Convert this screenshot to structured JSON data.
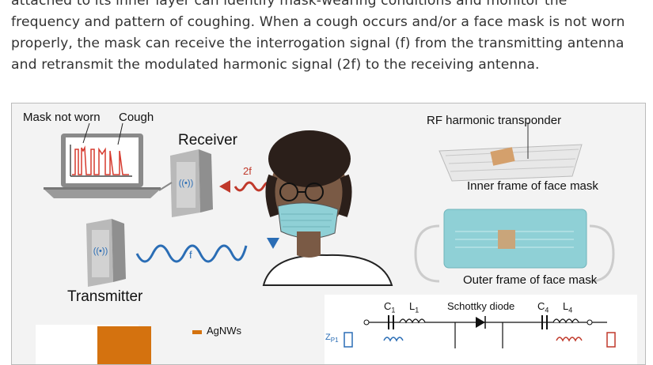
{
  "paragraph": {
    "lines": [
      "attached to its inner layer can identify mask-wearing conditions and monitor the",
      "frequency and pattern of coughing. When a cough occurs and/or a face mask is not worn",
      "properly, the mask can receive the interrogation signal (f) from the transmitting antenna",
      "and retransmit the modulated harmonic signal (2f) to the receiving antenna."
    ]
  },
  "figure": {
    "mask_not_worn_label": "Mask not worn",
    "cough_label": "Cough",
    "receiver_label": "Receiver",
    "transmitter_label": "Transmitter",
    "freq_f": "f",
    "freq_2f": "2f",
    "transponder_label": "RF harmonic transponder",
    "inner_frame_label": "Inner frame of face mask",
    "outer_frame_label": "Outer frame of face mask",
    "legend_agnws": "AgNWs",
    "circuit": {
      "c1": "C",
      "c1_sub": "1",
      "l1": "L",
      "l1_sub": "1",
      "diode_label": "Schottky diode",
      "c4": "C",
      "c4_sub": "4",
      "l4": "L",
      "l4_sub": "4",
      "zp": "Z",
      "zp_sub": "P1"
    },
    "colors": {
      "accent_red": "#c0392b",
      "accent_blue": "#2a6db5",
      "mask_teal": "#8fd0d6",
      "agnw_orange": "#d4720f"
    }
  }
}
